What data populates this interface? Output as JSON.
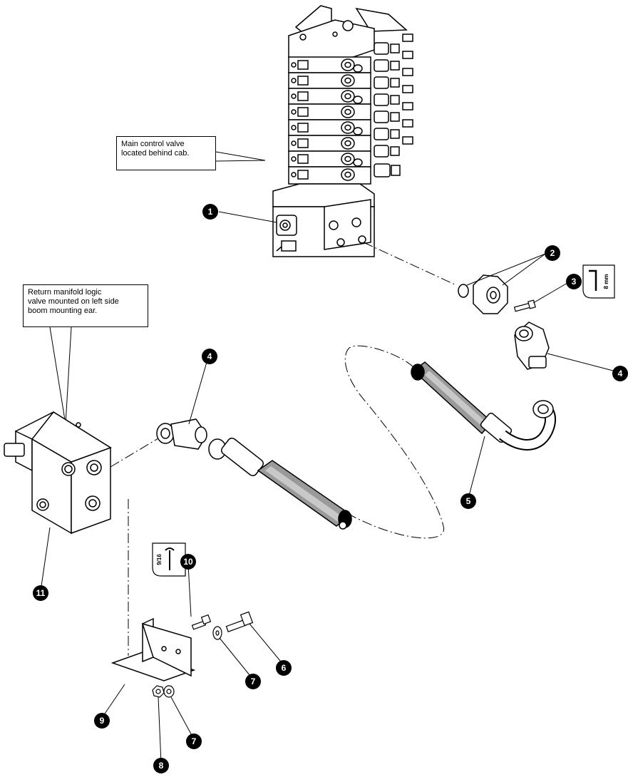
{
  "callouts": {
    "main_valve": [
      "Main control valve",
      "located behind cab."
    ],
    "return_manifold": [
      "Return manifold logic",
      "valve mounted on left side",
      "boom mounting ear."
    ]
  },
  "tool_tags": {
    "hex_key": "8 mm",
    "wrench": "9/16"
  },
  "part_numbers": {
    "p1": "1",
    "p2": "2",
    "p3": "3",
    "p4_upper": "4",
    "p4_lower": "4",
    "p5": "5",
    "p6": "6",
    "p7_upper": "7",
    "p7_lower": "7",
    "p8": "8",
    "p9": "9",
    "p10": "10",
    "p11": "11"
  }
}
